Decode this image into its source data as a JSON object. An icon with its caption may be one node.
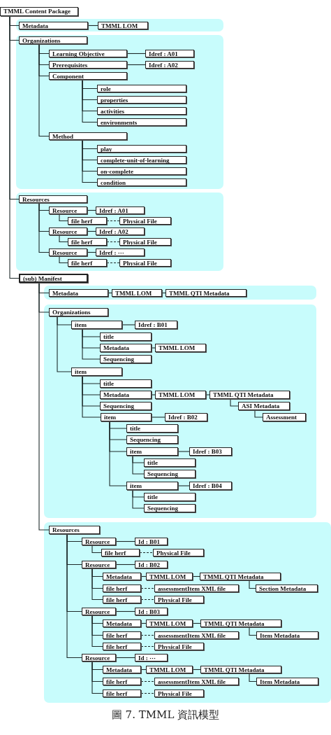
{
  "diagram": {
    "caption": "圖 7. TMML 資訊模型",
    "nodes": [
      {
        "text": [
          "TMML Content Package"
        ]
      },
      {
        "text": [],
        "shape": "band"
      },
      {
        "text": [
          "Metadata"
        ],
        "in": 1
      },
      {
        "text": [
          "TMML LOM"
        ],
        "in": 1
      },
      {
        "text": [],
        "shape": "band"
      },
      {
        "text": [
          "Organizations"
        ],
        "in": 4
      },
      {
        "text": [
          "Learning Objective"
        ],
        "in": 4
      },
      {
        "text": [
          "Idref : A01"
        ],
        "in": 4
      },
      {
        "text": [
          "Prerequisites"
        ],
        "in": 4
      },
      {
        "text": [
          "Idref : A02"
        ],
        "in": 4
      },
      {
        "text": [
          "Component"
        ],
        "in": 4
      },
      {
        "text": [
          "role"
        ],
        "in": 4
      },
      {
        "text": [
          "properties"
        ],
        "in": 4
      },
      {
        "text": [
          "activities"
        ],
        "in": 4
      },
      {
        "text": [
          "environments"
        ],
        "in": 4
      },
      {
        "text": [
          "Method"
        ],
        "in": 4
      },
      {
        "text": [
          "play"
        ],
        "in": 4
      },
      {
        "text": [
          "complete-unit-of-learning"
        ],
        "in": 4
      },
      {
        "text": [
          "on-complete"
        ],
        "in": 4
      },
      {
        "text": [
          "condition"
        ],
        "in": 4
      },
      {
        "text": [],
        "shape": "band"
      },
      {
        "text": [
          "Resources"
        ],
        "in": 20
      },
      {
        "text": [
          "Resource"
        ],
        "in": 20
      },
      {
        "text": [
          "Idref : A01"
        ],
        "in": 20
      },
      {
        "text": [
          "file herf"
        ],
        "in": 20
      },
      {
        "text": [
          "Physical File"
        ],
        "in": 20
      },
      {
        "text": [
          "Resource"
        ],
        "in": 20
      },
      {
        "text": [
          "Idref : A02"
        ],
        "in": 20
      },
      {
        "text": [
          "file herf"
        ],
        "in": 20
      },
      {
        "text": [
          "Physical File"
        ],
        "in": 20
      },
      {
        "text": [
          "Resource"
        ],
        "in": 20
      },
      {
        "text": [
          "Idref : ···"
        ],
        "in": 20
      },
      {
        "text": [
          "file herf"
        ],
        "in": 20
      },
      {
        "text": [
          "Physical File"
        ],
        "in": 20
      },
      {
        "text": [
          "(sub) Manifest"
        ]
      },
      {
        "text": [],
        "shape": "band"
      },
      {
        "text": [
          "Metadata"
        ],
        "in": 35
      },
      {
        "text": [
          "TMML LOM"
        ],
        "in": 35
      },
      {
        "text": [
          "TMML QTI Metadata"
        ],
        "in": 35
      },
      {
        "text": [],
        "shape": "band"
      },
      {
        "text": [
          "Organizations"
        ],
        "in": 39
      },
      {
        "text": [
          "item"
        ],
        "in": 39
      },
      {
        "text": [
          "Idref : B01"
        ],
        "in": 39
      },
      {
        "text": [
          "title"
        ],
        "in": 39
      },
      {
        "text": [
          "Metadata"
        ],
        "in": 39
      },
      {
        "text": [
          "TMML LOM"
        ],
        "in": 39
      },
      {
        "text": [
          "Sequencing"
        ],
        "in": 39
      },
      {
        "text": [
          "item"
        ],
        "in": 39
      },
      {
        "text": [
          "title"
        ],
        "in": 39
      },
      {
        "text": [
          "Metadata"
        ],
        "in": 39
      },
      {
        "text": [
          "TMML LOM"
        ],
        "in": 39
      },
      {
        "text": [
          "TMML QTI Metadata"
        ],
        "in": 39
      },
      {
        "text": [
          "ASI Metadata"
        ],
        "in": 39
      },
      {
        "text": [
          "Assessment"
        ],
        "in": 39
      },
      {
        "text": [
          "Sequencing"
        ],
        "in": 39
      },
      {
        "text": [
          "item"
        ],
        "in": 39
      },
      {
        "text": [
          "Idref : B02"
        ],
        "in": 39
      },
      {
        "text": [
          "title"
        ],
        "in": 39
      },
      {
        "text": [
          "Sequencing"
        ],
        "in": 39
      },
      {
        "text": [
          "item"
        ],
        "in": 39
      },
      {
        "text": [
          "Idref : B03"
        ],
        "in": 39
      },
      {
        "text": [
          "title"
        ],
        "in": 39
      },
      {
        "text": [
          "Sequencing"
        ],
        "in": 39
      },
      {
        "text": [
          "item"
        ],
        "in": 39
      },
      {
        "text": [
          "Idref : B04"
        ],
        "in": 39
      },
      {
        "text": [
          "title"
        ],
        "in": 39
      },
      {
        "text": [
          "Sequencing"
        ],
        "in": 39
      },
      {
        "text": [],
        "shape": "band"
      },
      {
        "text": [
          "Resources"
        ],
        "in": 67
      },
      {
        "text": [
          "Resource"
        ],
        "in": 67
      },
      {
        "text": [
          "Id : B01"
        ],
        "in": 67
      },
      {
        "text": [
          "file herf"
        ],
        "in": 67
      },
      {
        "text": [
          "Physical File"
        ],
        "in": 67
      },
      {
        "text": [
          "Resource"
        ],
        "in": 67
      },
      {
        "text": [
          "Id : B02"
        ],
        "in": 67
      },
      {
        "text": [
          "Metadata"
        ],
        "in": 67
      },
      {
        "text": [
          "TMML LOM"
        ],
        "in": 67
      },
      {
        "text": [
          "TMML QTI Metadata"
        ],
        "in": 67
      },
      {
        "text": [
          "Section Metadata"
        ],
        "in": 67
      },
      {
        "text": [
          "file herf"
        ],
        "in": 67
      },
      {
        "text": [
          "assessmentItem XML file"
        ],
        "in": 67
      },
      {
        "text": [
          "file herf"
        ],
        "in": 67
      },
      {
        "text": [
          "Physical File"
        ],
        "in": 67
      },
      {
        "text": [
          "Resource"
        ],
        "in": 67
      },
      {
        "text": [
          "Id : B03"
        ],
        "in": 67
      },
      {
        "text": [
          "Metadata"
        ],
        "in": 67
      },
      {
        "text": [
          "TMML LOM"
        ],
        "in": 67
      },
      {
        "text": [
          "TMML QTI Metadata"
        ],
        "in": 67
      },
      {
        "text": [
          "Item Metadata"
        ],
        "in": 67
      },
      {
        "text": [
          "file herf"
        ],
        "in": 67
      },
      {
        "text": [
          "assessmentItem XML file"
        ],
        "in": 67
      },
      {
        "text": [
          "file herf"
        ],
        "in": 67
      },
      {
        "text": [
          "Physical File"
        ],
        "in": 67
      },
      {
        "text": [
          "Resource"
        ],
        "in": 67
      },
      {
        "text": [
          "Id : ···"
        ],
        "in": 67
      },
      {
        "text": [
          "Metadata"
        ],
        "in": 67
      },
      {
        "text": [
          "TMML LOM"
        ],
        "in": 67
      },
      {
        "text": [
          "TMML QTI Metadata"
        ],
        "in": 67
      },
      {
        "text": [
          "Item Metadata"
        ],
        "in": 67
      },
      {
        "text": [
          "file herf"
        ],
        "in": 67
      },
      {
        "text": [
          "assessmentItem XML file"
        ],
        "in": 67
      },
      {
        "text": [
          "file herf"
        ],
        "in": 67
      },
      {
        "text": [
          "Physical File"
        ],
        "in": 67
      }
    ],
    "edges": [
      {
        "from": 0,
        "to": 2,
        "arrow": "none"
      },
      {
        "from": 0,
        "to": 5,
        "arrow": "none"
      },
      {
        "from": 0,
        "to": 21,
        "arrow": "none"
      },
      {
        "from": 0,
        "to": 34,
        "arrow": "none"
      },
      {
        "from": 2,
        "to": 3,
        "arrow": "none"
      },
      {
        "from": 5,
        "to": 6,
        "arrow": "none"
      },
      {
        "from": 5,
        "to": 8,
        "arrow": "none"
      },
      {
        "from": 5,
        "to": 10,
        "arrow": "none"
      },
      {
        "from": 5,
        "to": 15,
        "arrow": "none"
      },
      {
        "from": 6,
        "to": 7,
        "arrow": "none"
      },
      {
        "from": 8,
        "to": 9,
        "arrow": "none"
      },
      {
        "from": 10,
        "to": 11,
        "arrow": "none"
      },
      {
        "from": 10,
        "to": 12,
        "arrow": "none"
      },
      {
        "from": 10,
        "to": 13,
        "arrow": "none"
      },
      {
        "from": 10,
        "to": 14,
        "arrow": "none"
      },
      {
        "from": 15,
        "to": 16,
        "arrow": "none"
      },
      {
        "from": 15,
        "to": 17,
        "arrow": "none"
      },
      {
        "from": 15,
        "to": 18,
        "arrow": "none"
      },
      {
        "from": 15,
        "to": 19,
        "arrow": "none"
      },
      {
        "from": 21,
        "to": 22,
        "arrow": "none"
      },
      {
        "from": 21,
        "to": 26,
        "arrow": "none"
      },
      {
        "from": 21,
        "to": 30,
        "arrow": "none"
      },
      {
        "from": 22,
        "to": 23,
        "arrow": "none"
      },
      {
        "from": 22,
        "to": 24,
        "arrow": "none"
      },
      {
        "from": 24,
        "to": 25,
        "arrow": "none",
        "style": "dashed"
      },
      {
        "from": 26,
        "to": 27,
        "arrow": "none"
      },
      {
        "from": 26,
        "to": 28,
        "arrow": "none"
      },
      {
        "from": 28,
        "to": 29,
        "arrow": "none",
        "style": "dashed"
      },
      {
        "from": 30,
        "to": 31,
        "arrow": "none"
      },
      {
        "from": 30,
        "to": 32,
        "arrow": "none"
      },
      {
        "from": 32,
        "to": 33,
        "arrow": "none",
        "style": "dashed"
      },
      {
        "from": 34,
        "to": 36,
        "arrow": "none"
      },
      {
        "from": 34,
        "to": 40,
        "arrow": "none"
      },
      {
        "from": 34,
        "to": 68,
        "arrow": "none"
      },
      {
        "from": 36,
        "to": 37,
        "arrow": "none"
      },
      {
        "from": 37,
        "to": 38,
        "arrow": "none"
      },
      {
        "from": 40,
        "to": 41,
        "arrow": "none"
      },
      {
        "from": 40,
        "to": 47,
        "arrow": "none"
      },
      {
        "from": 41,
        "to": 42,
        "arrow": "none"
      },
      {
        "from": 41,
        "to": 43,
        "arrow": "none"
      },
      {
        "from": 41,
        "to": 44,
        "arrow": "none"
      },
      {
        "from": 41,
        "to": 46,
        "arrow": "none"
      },
      {
        "from": 44,
        "to": 45,
        "arrow": "none"
      },
      {
        "from": 47,
        "to": 48,
        "arrow": "none"
      },
      {
        "from": 47,
        "to": 49,
        "arrow": "none"
      },
      {
        "from": 47,
        "to": 54,
        "arrow": "none"
      },
      {
        "from": 47,
        "to": 55,
        "arrow": "none"
      },
      {
        "from": 49,
        "to": 50,
        "arrow": "none"
      },
      {
        "from": 50,
        "to": 51,
        "arrow": "none"
      },
      {
        "from": 51,
        "to": 52,
        "arrow": "none"
      },
      {
        "from": 52,
        "to": 53,
        "arrow": "none"
      },
      {
        "from": 55,
        "to": 56,
        "arrow": "none"
      },
      {
        "from": 55,
        "to": 57,
        "arrow": "none"
      },
      {
        "from": 55,
        "to": 58,
        "arrow": "none"
      },
      {
        "from": 55,
        "to": 59,
        "arrow": "none"
      },
      {
        "from": 55,
        "to": 63,
        "arrow": "none"
      },
      {
        "from": 59,
        "to": 60,
        "arrow": "none"
      },
      {
        "from": 59,
        "to": 61,
        "arrow": "none"
      },
      {
        "from": 59,
        "to": 62,
        "arrow": "none"
      },
      {
        "from": 63,
        "to": 64,
        "arrow": "none"
      },
      {
        "from": 63,
        "to": 65,
        "arrow": "none"
      },
      {
        "from": 63,
        "to": 66,
        "arrow": "none"
      },
      {
        "from": 68,
        "to": 69,
        "arrow": "none"
      },
      {
        "from": 68,
        "to": 73,
        "arrow": "none"
      },
      {
        "from": 68,
        "to": 83,
        "arrow": "none"
      },
      {
        "from": 68,
        "to": 93,
        "arrow": "none"
      },
      {
        "from": 69,
        "to": 70,
        "arrow": "none"
      },
      {
        "from": 69,
        "to": 71,
        "arrow": "none"
      },
      {
        "from": 71,
        "to": 72,
        "arrow": "none",
        "style": "dashed"
      },
      {
        "from": 73,
        "to": 74,
        "arrow": "none"
      },
      {
        "from": 73,
        "to": 75,
        "arrow": "none"
      },
      {
        "from": 73,
        "to": 79,
        "arrow": "none"
      },
      {
        "from": 73,
        "to": 81,
        "arrow": "none"
      },
      {
        "from": 75,
        "to": 76,
        "arrow": "none"
      },
      {
        "from": 76,
        "to": 77,
        "arrow": "none"
      },
      {
        "from": 77,
        "to": 78,
        "arrow": "none"
      },
      {
        "from": 79,
        "to": 80,
        "arrow": "none",
        "style": "dashed"
      },
      {
        "from": 81,
        "to": 82,
        "arrow": "none",
        "style": "dashed"
      },
      {
        "from": 83,
        "to": 84,
        "arrow": "none"
      },
      {
        "from": 83,
        "to": 85,
        "arrow": "none"
      },
      {
        "from": 83,
        "to": 89,
        "arrow": "none"
      },
      {
        "from": 83,
        "to": 91,
        "arrow": "none"
      },
      {
        "from": 85,
        "to": 86,
        "arrow": "none"
      },
      {
        "from": 86,
        "to": 87,
        "arrow": "none"
      },
      {
        "from": 87,
        "to": 88,
        "arrow": "none"
      },
      {
        "from": 89,
        "to": 90,
        "arrow": "none",
        "style": "dashed"
      },
      {
        "from": 91,
        "to": 92,
        "arrow": "none",
        "style": "dashed"
      },
      {
        "from": 93,
        "to": 94,
        "arrow": "none"
      },
      {
        "from": 93,
        "to": 95,
        "arrow": "none"
      },
      {
        "from": 93,
        "to": 99,
        "arrow": "none"
      },
      {
        "from": 93,
        "to": 101,
        "arrow": "none"
      },
      {
        "from": 95,
        "to": 96,
        "arrow": "none"
      },
      {
        "from": 96,
        "to": 97,
        "arrow": "none"
      },
      {
        "from": 97,
        "to": 98,
        "arrow": "none"
      },
      {
        "from": 99,
        "to": 100,
        "arrow": "none",
        "style": "dashed"
      },
      {
        "from": 101,
        "to": 102,
        "arrow": "none",
        "style": "dashed"
      }
    ]
  }
}
